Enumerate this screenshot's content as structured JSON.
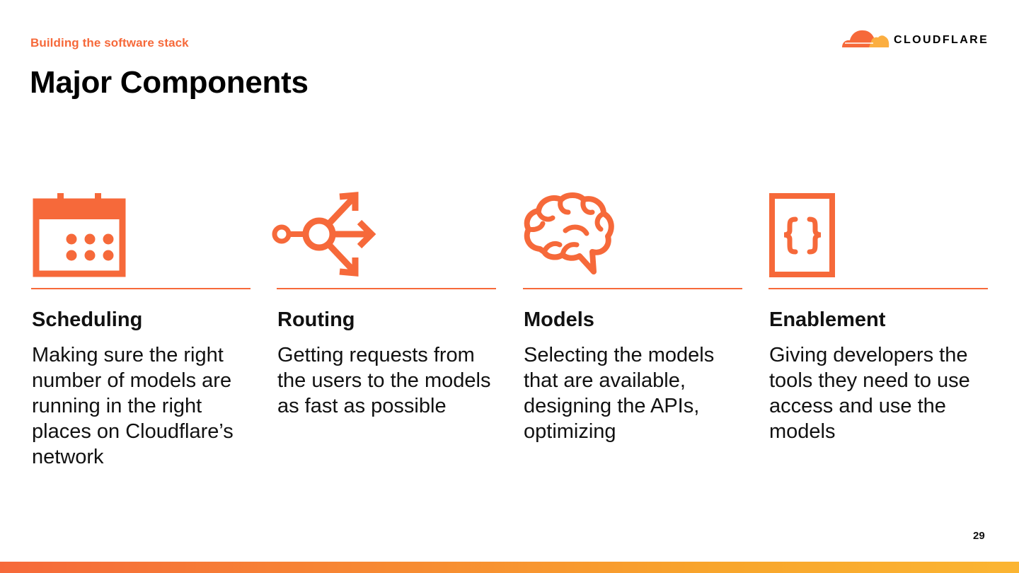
{
  "header": {
    "eyebrow": "Building the software stack",
    "title": "Major Components"
  },
  "brand": {
    "name": "CLOUDFLARE",
    "logo_icon": "cloud-logo-icon",
    "accent": "#f6693a",
    "accent_light": "#fbae40"
  },
  "columns": [
    {
      "icon": "calendar-icon",
      "title": "Scheduling",
      "desc": "Making sure the right number of models are running in the right places on Cloudflare’s network"
    },
    {
      "icon": "routing-icon",
      "title": "Routing",
      "desc": "Getting requests from the users to the models as fast as possible"
    },
    {
      "icon": "brain-icon",
      "title": "Models",
      "desc": "Selecting the models that are available, designing the APIs, optimizing"
    },
    {
      "icon": "code-braces-icon",
      "title": "Enablement",
      "desc": "Giving developers the tools they need to use access and use the models"
    }
  ],
  "footer": {
    "page_number": "29"
  }
}
